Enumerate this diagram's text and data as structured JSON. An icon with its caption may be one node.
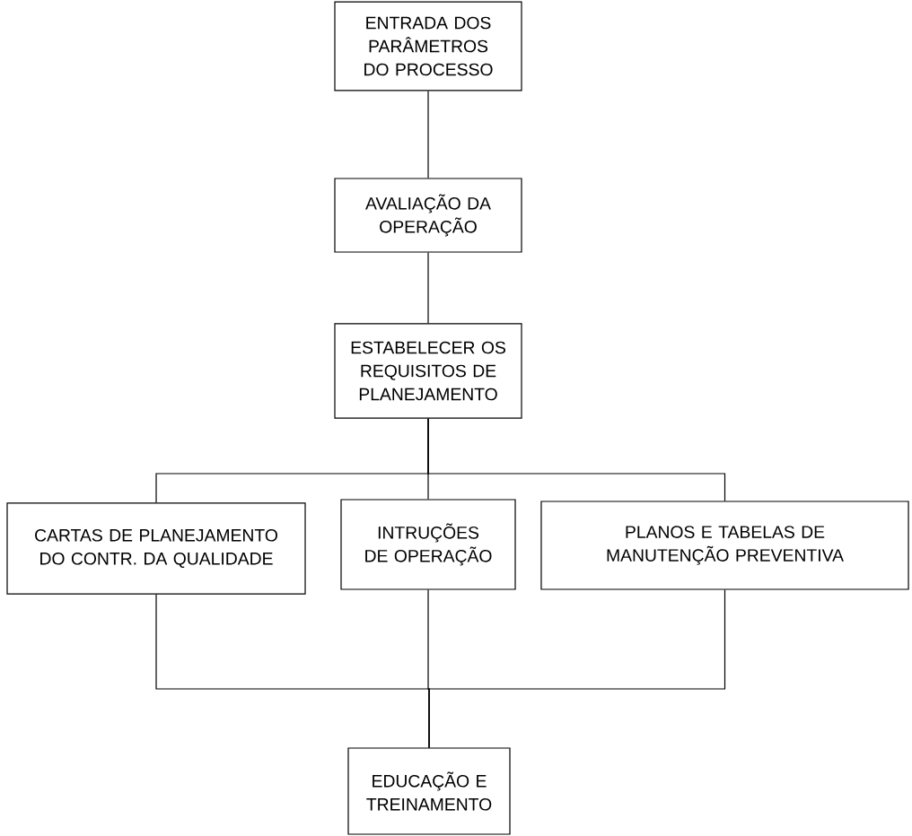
{
  "diagram": {
    "nodes": [
      {
        "text": [
          "ENTRADA DOS PARÂMETROS DO PROCESSO"
        ]
      },
      {
        "text": [
          "AVALIAÇÃO DA OPERAÇÃO"
        ]
      },
      {
        "text": [
          "ESTABELECER OS REQUISITOS DE PLANEJAMENTO"
        ]
      },
      {
        "text": [
          "CARTAS DE PLANEJAMENTO DO CONTR. DA QUALIDADE"
        ]
      },
      {
        "text": [
          "INTRUÇÕES DE OPERAÇÃO"
        ]
      },
      {
        "text": [
          "PLANOS E TABELAS DE MANUTENÇÃO PREVENTIVA"
        ]
      },
      {
        "text": [
          "EDUCAÇÃO E TREINAMENTO"
        ]
      }
    ],
    "edges": [
      {
        "from": 0,
        "to": 1,
        "arrow": "none"
      },
      {
        "from": 1,
        "to": 2,
        "arrow": "none"
      },
      {
        "from": 2,
        "to": 3,
        "arrow": "none"
      },
      {
        "from": 2,
        "to": 4,
        "arrow": "none"
      },
      {
        "from": 2,
        "to": 5,
        "arrow": "none"
      },
      {
        "from": 3,
        "to": 6,
        "arrow": "none"
      },
      {
        "from": 4,
        "to": 6,
        "arrow": "none"
      },
      {
        "from": 5,
        "to": 6,
        "arrow": "none"
      }
    ]
  }
}
